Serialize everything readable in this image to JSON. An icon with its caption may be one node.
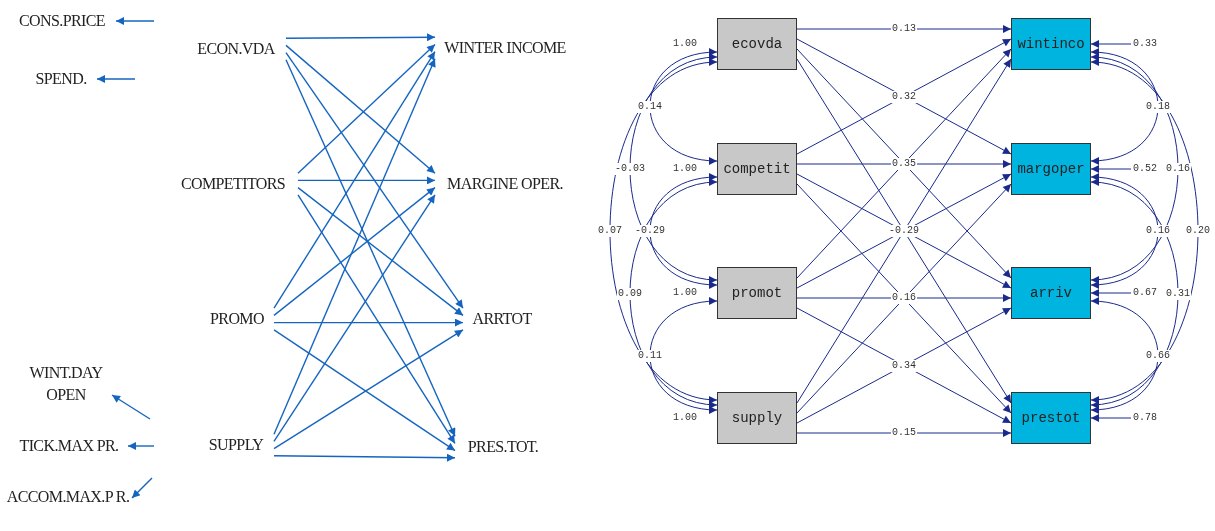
{
  "diagram": {
    "nodes": [
      {
        "text": [
          "CONS.PRICE"
        ]
      },
      {
        "text": [
          "SPEND."
        ]
      },
      {
        "text": [
          "WINT.DAY OPEN"
        ]
      },
      {
        "text": [
          "TICK.MAX PR."
        ]
      },
      {
        "text": [
          "ACCOM.MAX.P R."
        ]
      },
      {
        "text": [
          "ECON.VDA"
        ]
      },
      {
        "text": [
          "COMPETITORS"
        ]
      },
      {
        "text": [
          "PROMO"
        ]
      },
      {
        "text": [
          "SUPPLY"
        ]
      },
      {
        "text": [
          "WINTER INCOME"
        ]
      },
      {
        "text": [
          "MARGINE OPER."
        ]
      },
      {
        "text": [
          "ARRTOT"
        ]
      },
      {
        "text": [
          "PRES.TOT."
        ]
      },
      {
        "text": [
          "ecovda"
        ],
        "beside": [
          "1.00"
        ]
      },
      {
        "text": [
          "competit"
        ],
        "beside": [
          "1.00"
        ]
      },
      {
        "text": [
          "promot"
        ],
        "beside": [
          "1.00"
        ]
      },
      {
        "text": [
          "supply"
        ],
        "beside": [
          "1.00"
        ]
      },
      {
        "text": [
          "wintinco"
        ]
      },
      {
        "text": [
          "margoper"
        ]
      },
      {
        "text": [
          "arriv"
        ]
      },
      {
        "text": [
          "prestot"
        ]
      }
    ],
    "edges": [
      {
        "from": null,
        "to": 0,
        "arrow": "to",
        "color": "#1565c0"
      },
      {
        "from": null,
        "to": 1,
        "arrow": "to",
        "color": "#1565c0"
      },
      {
        "from": null,
        "to": 2,
        "arrow": "to",
        "color": "#1565c0"
      },
      {
        "from": null,
        "to": 3,
        "arrow": "to",
        "color": "#1565c0"
      },
      {
        "from": null,
        "to": 4,
        "arrow": "to",
        "color": "#1565c0"
      },
      {
        "from": 5,
        "to": 9,
        "arrow": "to",
        "color": "#1565c0"
      },
      {
        "from": 5,
        "to": 10,
        "arrow": "to",
        "color": "#1565c0"
      },
      {
        "from": 5,
        "to": 11,
        "arrow": "to",
        "color": "#1565c0"
      },
      {
        "from": 5,
        "to": 12,
        "arrow": "to",
        "color": "#1565c0"
      },
      {
        "from": 6,
        "to": 9,
        "arrow": "to",
        "color": "#1565c0"
      },
      {
        "from": 6,
        "to": 10,
        "arrow": "to",
        "color": "#1565c0"
      },
      {
        "from": 6,
        "to": 11,
        "arrow": "to",
        "color": "#1565c0"
      },
      {
        "from": 6,
        "to": 12,
        "arrow": "to",
        "color": "#1565c0"
      },
      {
        "from": 7,
        "to": 9,
        "arrow": "to",
        "color": "#1565c0"
      },
      {
        "from": 7,
        "to": 10,
        "arrow": "to",
        "color": "#1565c0"
      },
      {
        "from": 7,
        "to": 11,
        "arrow": "to",
        "color": "#1565c0"
      },
      {
        "from": 7,
        "to": 12,
        "arrow": "to",
        "color": "#1565c0"
      },
      {
        "from": 8,
        "to": 9,
        "arrow": "to",
        "color": "#1565c0"
      },
      {
        "from": 8,
        "to": 10,
        "arrow": "to",
        "color": "#1565c0"
      },
      {
        "from": 8,
        "to": 11,
        "arrow": "to",
        "color": "#1565c0"
      },
      {
        "from": 8,
        "to": 12,
        "arrow": "to",
        "color": "#1565c0"
      },
      {
        "from": 13,
        "to": 17,
        "arrow": "to",
        "label": "0.13"
      },
      {
        "from": 13,
        "to": 18,
        "arrow": "to",
        "label": "0.32"
      },
      {
        "from": 13,
        "to": 19,
        "arrow": "to"
      },
      {
        "from": 13,
        "to": 20,
        "arrow": "to"
      },
      {
        "from": 14,
        "to": 17,
        "arrow": "to"
      },
      {
        "from": 14,
        "to": 18,
        "arrow": "to",
        "label": "0.35"
      },
      {
        "from": 14,
        "to": 19,
        "arrow": "to",
        "label": "-0.29"
      },
      {
        "from": 14,
        "to": 20,
        "arrow": "to"
      },
      {
        "from": 15,
        "to": 17,
        "arrow": "to"
      },
      {
        "from": 15,
        "to": 18,
        "arrow": "to"
      },
      {
        "from": 15,
        "to": 19,
        "arrow": "to",
        "label": "0.16"
      },
      {
        "from": 15,
        "to": 20,
        "arrow": "to",
        "label": "0.34"
      },
      {
        "from": 16,
        "to": 17,
        "arrow": "to"
      },
      {
        "from": 16,
        "to": 18,
        "arrow": "to"
      },
      {
        "from": 16,
        "to": 19,
        "arrow": "to"
      },
      {
        "from": 16,
        "to": 20,
        "arrow": "to",
        "label": "0.15"
      },
      {
        "from": null,
        "to": 17,
        "arrow": "to",
        "label": "0.33"
      },
      {
        "from": null,
        "to": 18,
        "arrow": "to",
        "label": "0.52"
      },
      {
        "from": null,
        "to": 19,
        "arrow": "to",
        "label": "0.67"
      },
      {
        "from": null,
        "to": 20,
        "arrow": "to",
        "label": "0.78"
      },
      {
        "from": 13,
        "to": 14,
        "arrow": "both",
        "label": "0.14"
      },
      {
        "from": 13,
        "to": 15,
        "arrow": "both",
        "label": "-0.03"
      },
      {
        "from": 13,
        "to": 16,
        "arrow": "both",
        "label": "0.07"
      },
      {
        "from": 14,
        "to": 15,
        "arrow": "both",
        "label": "-0.29"
      },
      {
        "from": 14,
        "to": 16,
        "arrow": "both",
        "label": "0.09"
      },
      {
        "from": 15,
        "to": 16,
        "arrow": "both",
        "label": "0.11"
      },
      {
        "from": 17,
        "to": 18,
        "arrow": "both",
        "label": "0.18"
      },
      {
        "from": 17,
        "to": 19,
        "arrow": "both",
        "label": "0.16"
      },
      {
        "from": 17,
        "to": 20,
        "arrow": "both",
        "label": "0.20"
      },
      {
        "from": 18,
        "to": 19,
        "arrow": "both",
        "label": "0.16"
      },
      {
        "from": 18,
        "to": 20,
        "arrow": "both",
        "label": "0.31"
      },
      {
        "from": 19,
        "to": 20,
        "arrow": "both",
        "label": "0.66"
      }
    ]
  }
}
